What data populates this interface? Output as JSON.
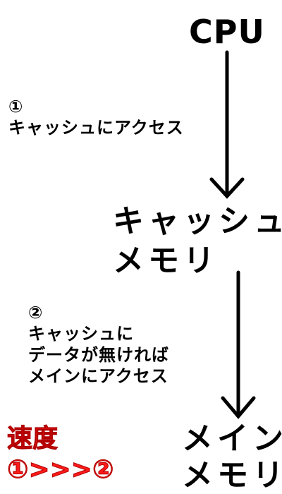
{
  "nodes": {
    "cpu": "CPU",
    "cache": [
      "キャッシュ",
      "メモリ"
    ],
    "main_memory": [
      "メイン",
      "メモリ"
    ]
  },
  "steps": {
    "step1": [
      "①",
      "キャッシュにアクセス"
    ],
    "step2": [
      "②",
      "キャッシュに",
      "データが無ければ",
      "メインにアクセス"
    ]
  },
  "speed_note": {
    "title": "速度",
    "comparison": "①>>>②",
    "color": "#ff1a1a"
  }
}
